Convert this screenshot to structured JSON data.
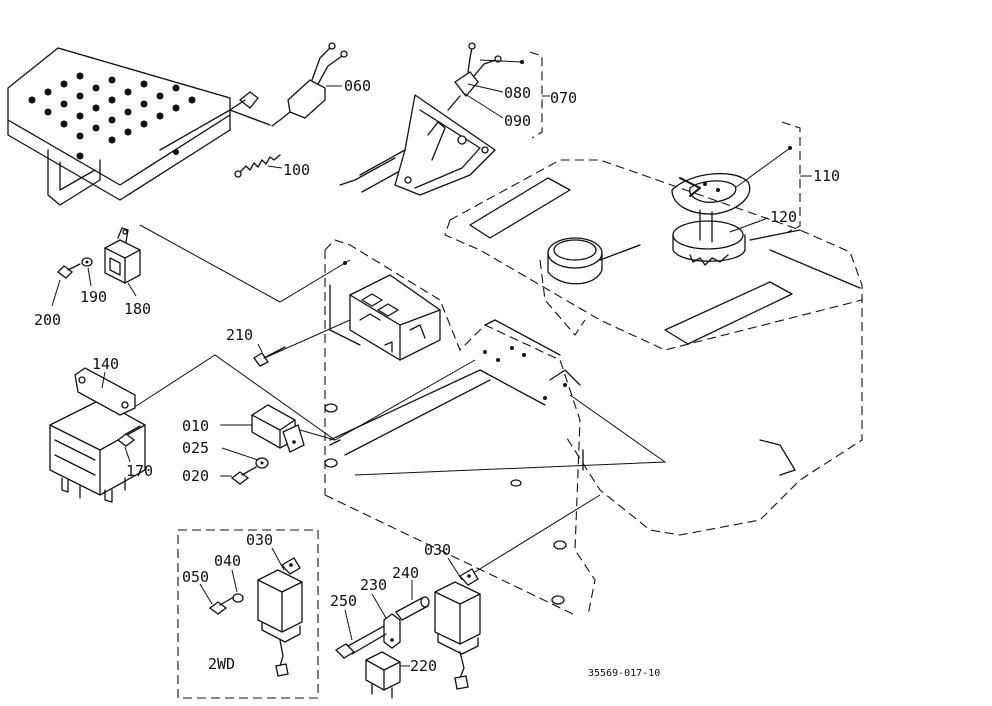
{
  "labels": {
    "p060": "060",
    "p070": "070",
    "p080": "080",
    "p090": "090",
    "p100": "100",
    "p110": "110",
    "p120": "120",
    "p140": "140",
    "p170": "170",
    "p180": "180",
    "p190": "190",
    "p200": "200",
    "p210": "210",
    "p010": "010",
    "p025": "025",
    "p020": "020",
    "p030a": "030",
    "p040": "040",
    "p050": "050",
    "p030b": "030",
    "p230": "230",
    "p240": "240",
    "p250": "250",
    "p220": "220",
    "variant": "2WD"
  },
  "drawing_number": "35569-017-10"
}
